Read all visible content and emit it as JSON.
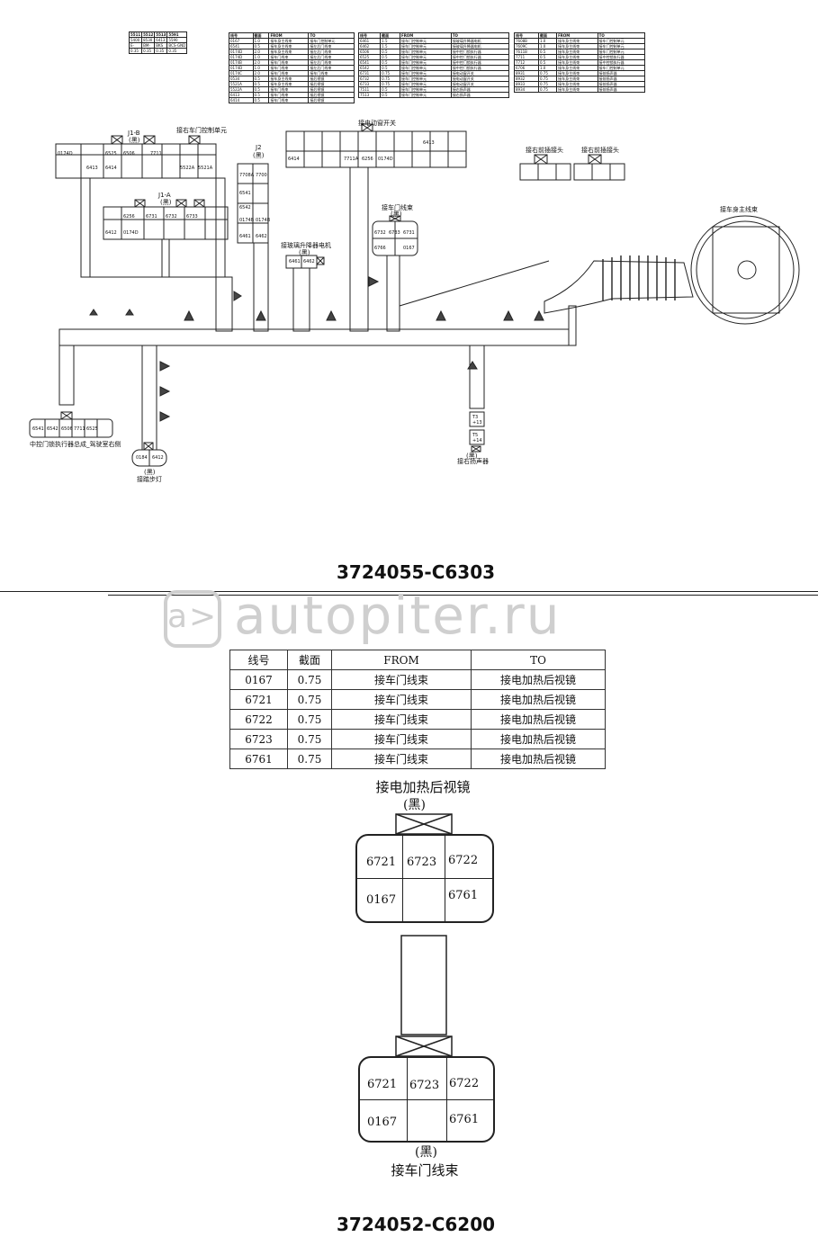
{
  "upper_diagram": {
    "part_number": "3724055-C6303",
    "top_code_table": [
      [
        "5511",
        "5512",
        "5513",
        "5591"
      ],
      [
        "5400",
        "8530",
        "6413",
        "5590"
      ],
      [
        "E-",
        "BM-",
        "BKS",
        "BCS-GND"
      ],
      [
        "0.35",
        "0.35",
        "0.35",
        "0.35"
      ]
    ],
    "wire_tables": [
      {
        "headers": [
          "线号",
          "截面",
          "FROM",
          "TO"
        ],
        "rows": [
          [
            "0167",
            "1.0",
            "接车身主线束",
            "接车门控制单元"
          ],
          [
            "6541",
            "0.5",
            "接车身主线束",
            "接左后门线束"
          ],
          [
            "0174D",
            "2.0",
            "接车身主线束",
            "接左后门线束"
          ],
          [
            "0174D",
            "1.0",
            "接车门线束",
            "接左后门线束"
          ],
          [
            "0174B",
            "2.0",
            "接车门线束",
            "接左后门线束"
          ],
          [
            "0174D",
            "1.0",
            "接车门线束",
            "接左后门线束"
          ],
          [
            "0174C",
            "2.0",
            "接车门线束",
            "接车门线束"
          ],
          [
            "0534",
            "0.5",
            "接车身主线束",
            "接后视镜"
          ],
          [
            "5521A",
            "0.5",
            "接车身主线束",
            "接后视镜"
          ],
          [
            "5522A",
            "0.5",
            "接车门线束",
            "接后视镜"
          ],
          [
            "6413",
            "0.5",
            "接车门线束",
            "接后视镜"
          ],
          [
            "6414",
            "0.5",
            "接车门线束",
            "接后视镜"
          ]
        ]
      },
      {
        "headers": [
          "线号",
          "截面",
          "FROM",
          "TO"
        ],
        "rows": [
          [
            "6461",
            "1.5",
            "接车门控制单元",
            "接玻璃升降器电机"
          ],
          [
            "6462",
            "1.5",
            "接车门控制单元",
            "接玻璃升降器电机"
          ],
          [
            "6506",
            "0.5",
            "接车门控制单元",
            "接中控门锁执行器"
          ],
          [
            "6525",
            "0.5",
            "接车门控制单元",
            "接中控门锁执行器"
          ],
          [
            "6541",
            "0.5",
            "接车门控制单元",
            "接中控门锁执行器"
          ],
          [
            "6542",
            "0.5",
            "接车门控制单元",
            "接中控门锁执行器"
          ],
          [
            "6731",
            "0.75",
            "接车门控制单元",
            "接电动窗开关"
          ],
          [
            "6732",
            "0.75",
            "接车门控制单元",
            "接电动窗开关"
          ],
          [
            "6733",
            "0.75",
            "接车门控制单元",
            "接电动窗开关"
          ],
          [
            "7511",
            "0.5",
            "接车门控制单元",
            "接右扬声器"
          ],
          [
            "7513",
            "0.5",
            "接车门控制单元",
            "接右扬声器"
          ]
        ]
      },
      {
        "headers": [
          "线号",
          "截面",
          "FROM",
          "TO"
        ],
        "rows": [
          [
            "7608B",
            "1.0",
            "接车身主线束",
            "接车门控制单元"
          ],
          [
            "7609C",
            "1.0",
            "接车身主线束",
            "接车门控制单元"
          ],
          [
            "7611B",
            "0.5",
            "接车身主线束",
            "接车门控制单元"
          ],
          [
            "7711",
            "0.5",
            "接车身主线束",
            "接中控锁执行器"
          ],
          [
            "7712",
            "0.5",
            "接车身主线束",
            "接中控锁执行器"
          ],
          [
            "6706",
            "1.0",
            "接车身主线束",
            "接车门控制单元"
          ],
          [
            "8931",
            "0.75",
            "接车身主线束",
            "接前扬声器"
          ],
          [
            "8932",
            "0.75",
            "接车身主线束",
            "接前扬声器"
          ],
          [
            "8933",
            "0.75",
            "接车身主线束",
            "接前扬声器"
          ],
          [
            "8934",
            "0.75",
            "接车身主线束",
            "接前扬声器"
          ]
        ]
      }
    ],
    "labels": {
      "door_control_unit": "接右车门控制单元",
      "j1b": "J1-B",
      "j1b_color": "(黑)",
      "j1a": "J1-A",
      "j1a_color": "(黑)",
      "j2": "J2",
      "j2_color": "(黑)",
      "window_switch": "接电动窗开关",
      "door_harness": "接车门线束",
      "door_harness_color": "(黑)",
      "lifter_motor": "接玻璃升降器电机",
      "lifter_color": "(黑)",
      "right_front_wire": "接右前插接头",
      "right_front2": "接右前插接头",
      "body_main": "接车身主线束",
      "lock_actuator": "中控门锁执行器总成_驾驶室右侧",
      "footlamp": "接踏步灯",
      "footlamp_color": "(黑)",
      "speaker": "接右扬声器",
      "speaker_color": "(黑)"
    },
    "j1b_cells": [
      "0174D",
      "6525",
      "6506",
      "7711",
      "6413",
      "6414",
      "5522A",
      "5521A"
    ],
    "j1a_cells": [
      "6256",
      "6731",
      "6732",
      "6733",
      "6412",
      "0174D"
    ],
    "j2_cells": [
      "7708A",
      "7700",
      "6541",
      "6542",
      "0174B",
      "0174B",
      "6461",
      "6462"
    ],
    "switch_cells": [
      "6414",
      "7711A",
      "6256",
      "0174D",
      "6413"
    ],
    "door_harness_cells": [
      "6732",
      "6733",
      "6731",
      "6766",
      "0167"
    ],
    "lifter_cells": [
      "6461",
      "6462"
    ],
    "lock_cells": [
      "6541",
      "6542",
      "6506",
      "7711",
      "6525"
    ],
    "foot_cells": [
      "0184",
      "6412"
    ],
    "speaker_cells": [
      "T3",
      "+13",
      "T5",
      "+14"
    ]
  },
  "lower_diagram": {
    "part_number": "3724052-C6200",
    "table_headers": [
      "线号",
      "截面",
      "FROM",
      "TO"
    ],
    "table_rows": [
      [
        "0167",
        "0.75",
        "接车门线束",
        "接电加热后视镜"
      ],
      [
        "6721",
        "0.75",
        "接车门线束",
        "接电加热后视镜"
      ],
      [
        "6722",
        "0.75",
        "接车门线束",
        "接电加热后视镜"
      ],
      [
        "6723",
        "0.75",
        "接车门线束",
        "接电加热后视镜"
      ],
      [
        "6761",
        "0.75",
        "接车门线束",
        "接电加热后视镜"
      ]
    ],
    "top_connector": {
      "title": "接电加热后视镜",
      "color": "(黑)",
      "cells": [
        "6721",
        "6723",
        "6722",
        "0167",
        "6761"
      ]
    },
    "bottom_connector": {
      "title": "接车门线束",
      "color": "(黑)",
      "cells": [
        "6721",
        "6723",
        "6722",
        "0167",
        "6761"
      ]
    }
  },
  "watermark": "autopiter.ru"
}
